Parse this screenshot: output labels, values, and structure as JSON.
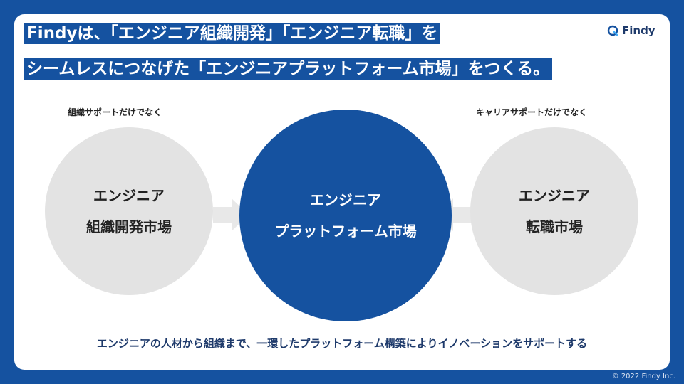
{
  "slide": {
    "title_line1": "Findyは、「エンジニア組織開発」「エンジニア転職」を",
    "title_line2": "シームレスにつなげた「エンジニアプラットフォーム市場」をつくる。",
    "logo_text": "Findy",
    "caption_left": "組織サポートだけでなく",
    "caption_right": "キャリアサポートだけでなく",
    "left_circle": {
      "line1": "エンジニア",
      "line2": "組織開発市場"
    },
    "center_circle": {
      "line1": "エンジニア",
      "line2": "プラットフォーム市場"
    },
    "right_circle": {
      "line1": "エンジニア",
      "line2": "転職市場"
    },
    "bottom_text": "エンジニアの人材から組織まで、一環したプラットフォーム構築によりイノベーションをサポートする",
    "copyright": "© 2022 Findy Inc."
  },
  "colors": {
    "brand_blue": "#1552A0",
    "circle_gray": "#E3E3E3",
    "arrow_gray": "#E8E8E8",
    "text_navy": "#1E3A6B"
  }
}
